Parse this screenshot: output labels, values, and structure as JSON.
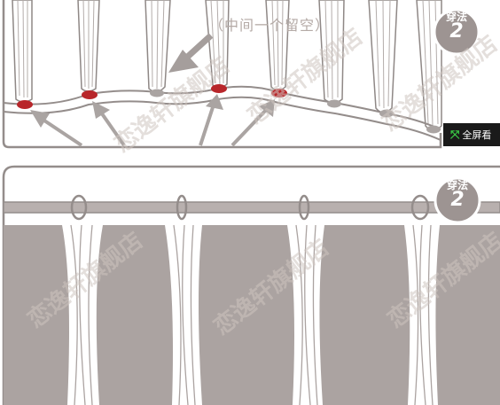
{
  "top_panel": {
    "annotation": "（中间一个留空）",
    "badge": {
      "title": "穿法",
      "number": "2"
    }
  },
  "bottom_panel": {
    "badge": {
      "title": "穿法",
      "number": "2"
    }
  },
  "watermarks": [
    "恋逸轩旗舰店",
    "恋逸轩旗舰店",
    "恋逸轩旗舰店",
    "恋逸轩旗舰店",
    "恋逸轩旗舰店",
    "恋逸轩旗舰店"
  ],
  "fullscreen_button": {
    "label": "全屏看"
  },
  "colors": {
    "background": "#ffffff",
    "outline": "#948d8b",
    "curtain_fill": "#aba3a1",
    "pin_red": "#b8262a",
    "pin_gray": "#aaa4a2",
    "badge_fill": "#9d9492",
    "fullscreen_bg": "#1a1a1a",
    "fullscreen_icon": "#39c845"
  }
}
